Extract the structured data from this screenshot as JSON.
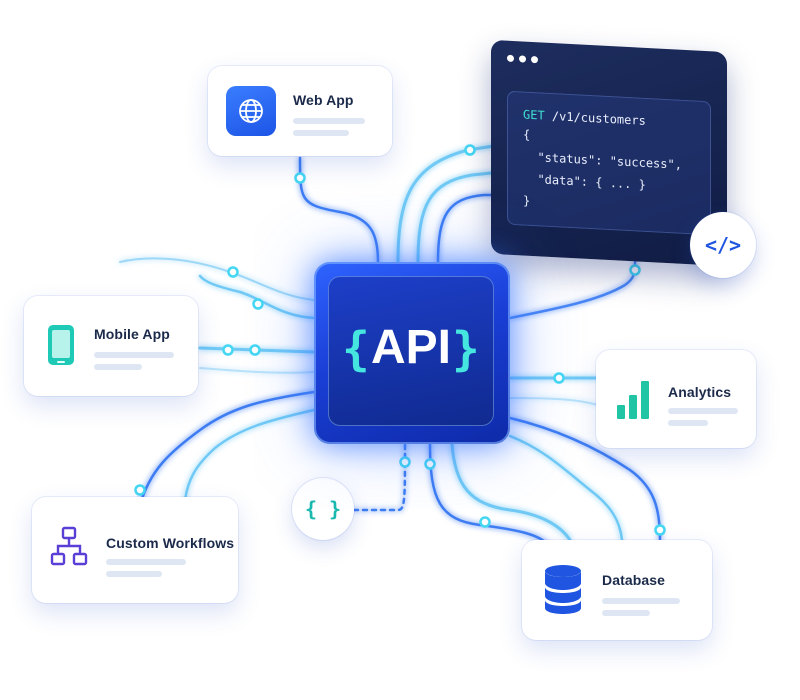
{
  "center": {
    "label": "API",
    "brace_open": "{",
    "brace_close": "}"
  },
  "cards": {
    "web_app": {
      "title": "Web App",
      "icon": "globe-icon"
    },
    "mobile_app": {
      "title": "Mobile App",
      "icon": "phone-icon"
    },
    "analytics": {
      "title": "Analytics",
      "icon": "bar-chart-icon"
    },
    "custom_workflows": {
      "title": "Custom Workflows",
      "icon": "workflow-icon"
    },
    "database": {
      "title": "Database",
      "icon": "database-icon"
    }
  },
  "code_window": {
    "line1_method": "GET",
    "line1_path": " /v1/customers",
    "line2": "{",
    "line3": "  \"status\": \"success\",",
    "line4": "  \"data\": { ... }",
    "line5": "}"
  },
  "badges": {
    "code": {
      "icon": "code-tag-icon",
      "text": "</>"
    },
    "json": {
      "icon": "curly-braces-icon",
      "text": "{ }"
    }
  },
  "colors": {
    "accent_blue": "#1f55e0",
    "wire_cyan": "#44d7f2",
    "teal": "#19b9b0",
    "purple": "#5a3fd6",
    "chip_blue": "#1a3fd6"
  }
}
